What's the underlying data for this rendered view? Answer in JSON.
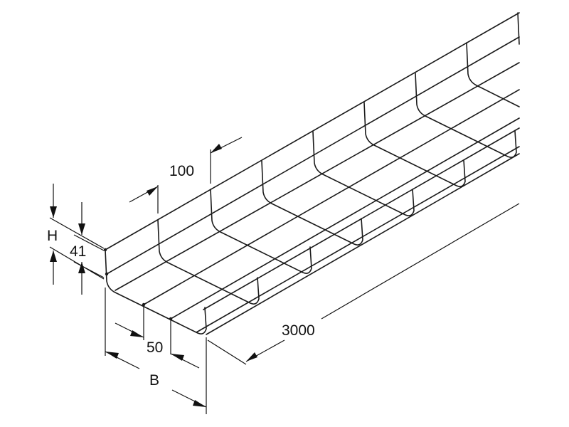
{
  "dimensions": {
    "height_label": "H",
    "height_value": "41",
    "mesh_length": "100",
    "mesh_width": "50",
    "width_label": "B",
    "length_value": "3000"
  },
  "colors": {
    "line": "#1a1a1a",
    "background": "#ffffff"
  }
}
